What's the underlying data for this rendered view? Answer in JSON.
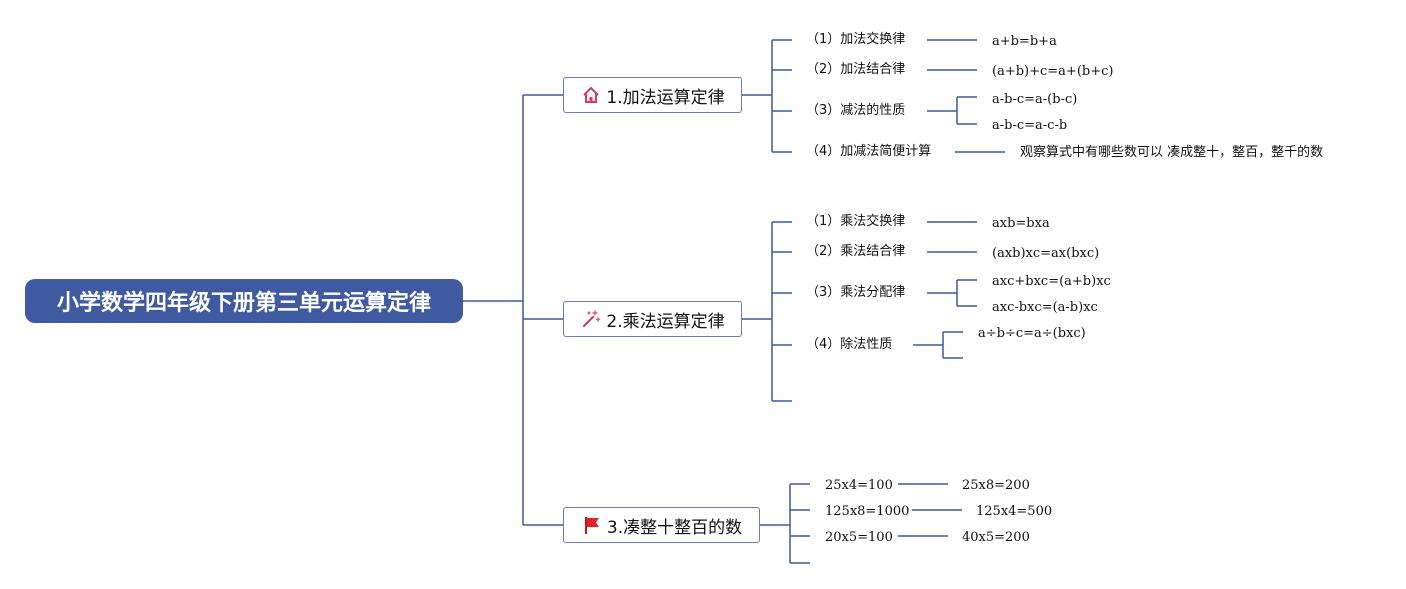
{
  "colors": {
    "root_fill": "#3f5aa0",
    "line": "#3f5a94",
    "border": "#6b7db3"
  },
  "root": {
    "label": "小学数学四年级下册第三单元运算定律"
  },
  "branches": [
    {
      "label": "1.加法运算定律",
      "icon": "house-icon",
      "items": [
        {
          "label": "（1）加法交换律",
          "formulas": [
            "a+b=b+a"
          ]
        },
        {
          "label": "（2）加法结合律",
          "formulas": [
            "(a+b)+c=a+(b+c)"
          ]
        },
        {
          "label": "（3）减法的性质",
          "formulas": [
            "a-b-c=a-(b-c)",
            "a-b-c=a-c-b"
          ]
        },
        {
          "label": "（4）加减法简便计算",
          "formulas": [
            "观察算式中有哪些数可以 凑成整十，整百，整千的数"
          ]
        }
      ]
    },
    {
      "label": "2.乘法运算定律",
      "icon": "magic-wand-icon",
      "items": [
        {
          "label": "（1）乘法交换律",
          "formulas": [
            "axb=bxa"
          ]
        },
        {
          "label": "（2）乘法结合律",
          "formulas": [
            "(axb)xc=ax(bxc)"
          ]
        },
        {
          "label": "（3）乘法分配律",
          "formulas": [
            "axc+bxc=(a+b)xc",
            "axc-bxc=(a-b)xc"
          ]
        },
        {
          "label": "（4）除法性质",
          "formulas": [
            "a÷b÷c=a÷(bxc)"
          ]
        }
      ]
    },
    {
      "label": "3.凑整十整百的数",
      "icon": "red-flag-icon",
      "rows": [
        {
          "left": "25x4=100",
          "right": "25x8=200"
        },
        {
          "left": "125x8=1000",
          "right": "125x4=500"
        },
        {
          "left": "20x5=100",
          "right": "40x5=200"
        }
      ]
    }
  ]
}
